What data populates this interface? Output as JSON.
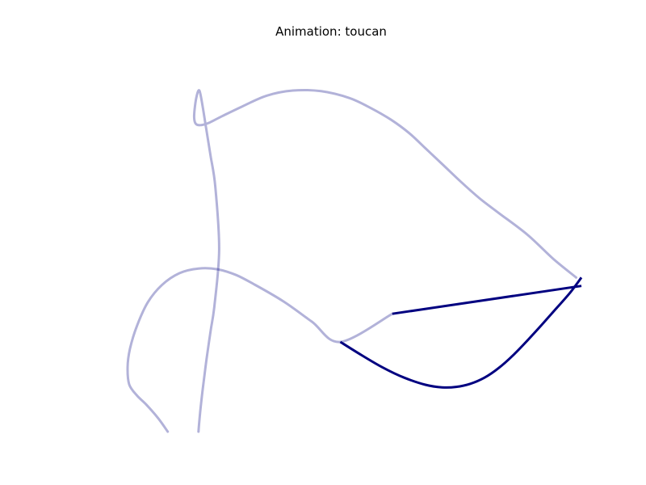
{
  "chart_data": {
    "type": "line",
    "title": "Animation: toucan",
    "xlabel": "",
    "ylabel": "",
    "xlim": [
      0,
      1
    ],
    "ylim": [
      0,
      1
    ],
    "grid": false,
    "axes_visible": false,
    "colors": {
      "line": "#000080",
      "faded_opacity": 0.3
    },
    "series": [
      {
        "role": "trail",
        "opacity": 0.3,
        "x": [
          0.1562,
          0.1589,
          0.1626,
          0.1681,
          0.1752,
          0.1833,
          0.1914,
          0.2018,
          0.1935,
          0.1828,
          0.1733,
          0.1651,
          0.1581,
          0.1519,
          0.1477,
          0.1469,
          0.151,
          0.1624,
          0.1807,
          0.2083,
          0.2526,
          0.3062,
          0.3641,
          0.4265,
          0.4889,
          0.5359,
          0.5807,
          0.6208,
          0.6563,
          0.6917,
          0.7344,
          0.7761,
          0.8177,
          0.8813,
          0.9385,
          0.9885
        ],
        "y": [
          0.0,
          0.0427,
          0.0906,
          0.1517,
          0.2248,
          0.2979,
          0.37,
          0.5333,
          0.7163,
          0.8096,
          0.8876,
          0.9556,
          1.0,
          0.9819,
          0.9446,
          0.9161,
          0.9014,
          0.8987,
          0.9062,
          0.9249,
          0.9534,
          0.9848,
          1.0,
          0.998,
          0.978,
          0.9485,
          0.9141,
          0.8749,
          0.8307,
          0.7866,
          0.7326,
          0.6835,
          0.6412,
          0.5771,
          0.5059,
          0.4519
        ]
      },
      {
        "role": "trail",
        "opacity": 0.3,
        "x": [
          0.0885,
          0.0677,
          0.0417,
          0.0208,
          0.0036,
          0.0,
          0.0052,
          0.0208,
          0.0443,
          0.0755,
          0.1146,
          0.1563,
          0.1979,
          0.2396,
          0.2813,
          0.3438,
          0.4063,
          0.4688,
          0.5833
        ],
        "y": [
          0.0,
          0.0388,
          0.0786,
          0.1058,
          0.1383,
          0.1882,
          0.2427,
          0.3107,
          0.3786,
          0.4296,
          0.4648,
          0.4783,
          0.4761,
          0.4589,
          0.4301,
          0.3816,
          0.3223,
          0.2631,
          0.3456
        ]
      },
      {
        "role": "active",
        "opacity": 1.0,
        "x": [
          0.5833,
          1.0
        ],
        "y": [
          0.3456,
          0.4272
        ]
      },
      {
        "role": "active",
        "opacity": 1.0,
        "x": [
          0.4688,
          0.5156,
          0.5625,
          0.6094,
          0.6563,
          0.6927,
          0.724,
          0.7552,
          0.7865,
          0.8177,
          0.849,
          0.8802,
          0.9115,
          0.9427,
          0.974,
          1.0
        ],
        "y": [
          0.2631,
          0.2242,
          0.1878,
          0.1583,
          0.1374,
          0.1298,
          0.1312,
          0.1402,
          0.1583,
          0.1864,
          0.2233,
          0.266,
          0.3117,
          0.3583,
          0.4058,
          0.4519
        ]
      }
    ]
  }
}
